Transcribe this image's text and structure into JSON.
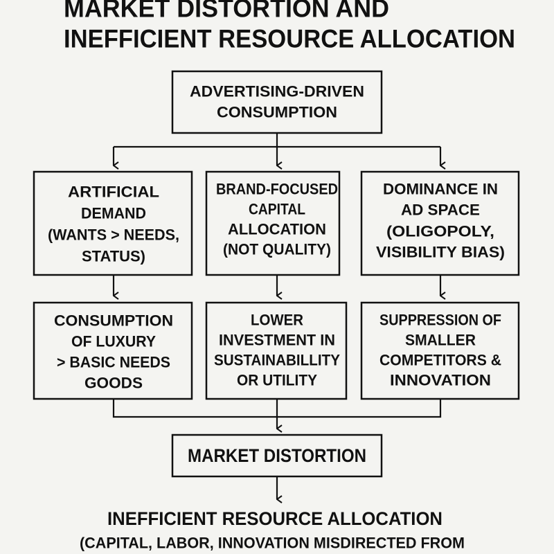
{
  "title": {
    "line1": "MARKET DISTORTION AND",
    "line2": "INEFFICIENT RESOURCE ALLOCATION"
  },
  "top_box": [
    "ADVERTISING-DRIVEN",
    "CONSUMPTION"
  ],
  "row1": [
    [
      "ARTIFICIAL",
      "DEMAND",
      "(WANTS > NEEDS,",
      "STATUS)"
    ],
    [
      "BRAND-FOCUSED",
      "CAPITAL",
      "ALLOCATION",
      "(NOT QUALITY)"
    ],
    [
      "DOMINANCE IN",
      "AD SPACE",
      "(OLIGOPOLY,",
      "VISIBILITY BIAS)"
    ]
  ],
  "row2": [
    [
      "CONSUMPTION",
      "OF LUXURY",
      "> BASIC NEEDS",
      "GOODS"
    ],
    [
      "LOWER",
      "INVESTMENT IN",
      "SUSTAINABILLITY",
      "OR UTILITY"
    ],
    [
      "SUPPRESSION OF",
      "SMALLER",
      "COMPETITORS &",
      "INNOVATION"
    ]
  ],
  "market_box": "MARKET DISTORTION",
  "outcome": {
    "title": "INEFFICIENT RESOURCE ALLOCATION",
    "subtitle": "(CAPITAL, LABOR, INNOVATION MISDIRECTED FROM"
  }
}
